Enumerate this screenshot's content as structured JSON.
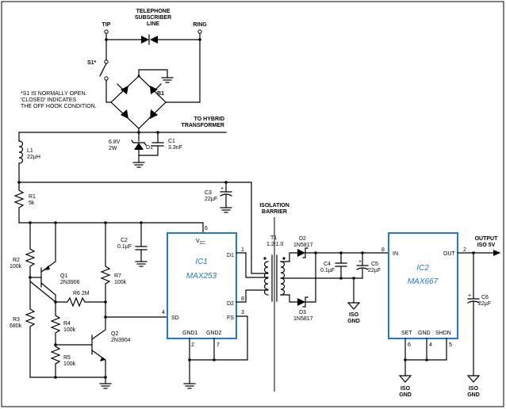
{
  "labels": {
    "telephone_line": [
      "TELEPHONE",
      "SUBSCRIBER",
      "LINE"
    ],
    "tip": "TIP",
    "ring": "RING",
    "s1": "S1*",
    "b1": "B1",
    "note": [
      "*S1 IS NORMALLY OPEN.",
      "'CLOSED' INDICATES",
      "THE OFF HOOK CONDITION."
    ],
    "to_hybrid": [
      "TO HYBRID",
      "TRANSFORMER"
    ],
    "zener_rating": [
      "6.8V",
      "2W"
    ],
    "d1": "D1",
    "c1": [
      "C1",
      "3.3nF"
    ],
    "l1": [
      "L1",
      "22µH"
    ],
    "r1": [
      "R1",
      "5k"
    ],
    "c3": [
      "C3",
      "22µF"
    ],
    "isolation_barrier": [
      "ISOLATION",
      "BARRIER"
    ],
    "t1": [
      "T1",
      "1.2:1.0"
    ],
    "d2": [
      "D2",
      "1N5817"
    ],
    "d3": [
      "D3",
      "1N5817"
    ],
    "c4": [
      "C4",
      "0.1µF"
    ],
    "c5": [
      "C5",
      "22µF"
    ],
    "c2": [
      "C2",
      "0.1µF"
    ],
    "r2": [
      "R2",
      "100k"
    ],
    "q1": [
      "Q1",
      "2N3906"
    ],
    "r6": "R6 2M",
    "r7": [
      "R7",
      "100k"
    ],
    "r3": [
      "R3",
      "680k"
    ],
    "r4": [
      "R4",
      "100k"
    ],
    "r5": [
      "R5",
      "100k"
    ],
    "q2": [
      "Q2",
      "2N3904"
    ],
    "iso_gnd": [
      "ISO",
      "GND"
    ],
    "output": [
      "OUTPUT",
      "ISO 5V"
    ],
    "c6": [
      "C6",
      "22µF"
    ],
    "c6_polarity": "+",
    "c5_polarity": "+",
    "c3_polarity": "+"
  },
  "ic1": {
    "name": "IC1",
    "part": "MAX253",
    "vcc_base": "V",
    "vcc_sub": "CC",
    "pins": {
      "d1": "D1",
      "d2": "D2",
      "sd": "SD",
      "fs": "FS",
      "gnd1": "GND1",
      "gnd2": "GND2",
      "n6": "6",
      "n1": "1",
      "n8": "8",
      "n4": "4",
      "n3": "3",
      "n2": "2",
      "n7": "7"
    }
  },
  "ic2": {
    "name": "IC2",
    "part": "MAX667",
    "pins": {
      "in": "IN",
      "out": "OUT",
      "set": "SET",
      "gnd": "GND",
      "shdn": "SHDN",
      "n8": "8",
      "n2": "2",
      "n6": "6",
      "n4": "4",
      "n5": "5"
    }
  },
  "colors": {
    "ic_border": "#1e7ad6",
    "wire": "#000000",
    "background": "#ffffff"
  }
}
